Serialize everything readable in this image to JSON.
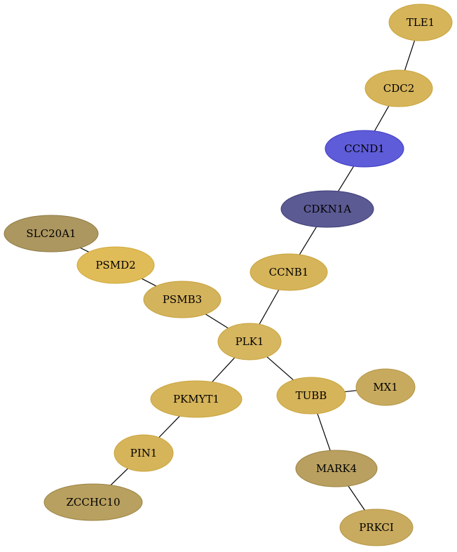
{
  "graph": {
    "nodes": [
      {
        "id": "TLE1",
        "label": "TLE1",
        "color": "#d6b45a",
        "stroke": "#c9a53b"
      },
      {
        "id": "CDC2",
        "label": "CDC2",
        "color": "#d6b45a",
        "stroke": "#c9a53b"
      },
      {
        "id": "CCND1",
        "label": "CCND1",
        "color": "#5f5cd9",
        "stroke": "#3e3bc4"
      },
      {
        "id": "CDKN1A",
        "label": "CDKN1A",
        "color": "#5b5a93",
        "stroke": "#3f3e7a"
      },
      {
        "id": "SLC20A1",
        "label": "SLC20A1",
        "color": "#ad9760",
        "stroke": "#8f7b45"
      },
      {
        "id": "PSMD2",
        "label": "PSMD2",
        "color": "#e0bc58",
        "stroke": "#d0a93c"
      },
      {
        "id": "CCNB1",
        "label": "CCNB1",
        "color": "#d6b45a",
        "stroke": "#c9a53b"
      },
      {
        "id": "PSMB3",
        "label": "PSMB3",
        "color": "#d4b35d",
        "stroke": "#c5a23f"
      },
      {
        "id": "PLK1",
        "label": "PLK1",
        "color": "#d6b65f",
        "stroke": "#c9a63f"
      },
      {
        "id": "MX1",
        "label": "MX1",
        "color": "#c8aa5e",
        "stroke": "#b39544"
      },
      {
        "id": "TUBB",
        "label": "TUBB",
        "color": "#d6b45a",
        "stroke": "#c9a53b"
      },
      {
        "id": "PKMYT1",
        "label": "PKMYT1",
        "color": "#d6b45a",
        "stroke": "#c9a53b"
      },
      {
        "id": "PIN1",
        "label": "PIN1",
        "color": "#d6b45a",
        "stroke": "#c9a53b"
      },
      {
        "id": "MARK4",
        "label": "MARK4",
        "color": "#b9a060",
        "stroke": "#9b8444"
      },
      {
        "id": "ZCCHC10",
        "label": "ZCCHC10",
        "color": "#b8a060",
        "stroke": "#9a8343"
      },
      {
        "id": "PRKCI",
        "label": "PRKCI",
        "color": "#c9ab5f",
        "stroke": "#b49544"
      }
    ],
    "edges": [
      [
        "TLE1",
        "CDC2"
      ],
      [
        "CDC2",
        "CCND1"
      ],
      [
        "CCND1",
        "CDKN1A"
      ],
      [
        "CDKN1A",
        "CCNB1"
      ],
      [
        "CCNB1",
        "PLK1"
      ],
      [
        "SLC20A1",
        "PSMD2"
      ],
      [
        "PSMD2",
        "PSMB3"
      ],
      [
        "PSMB3",
        "PLK1"
      ],
      [
        "PLK1",
        "PKMYT1"
      ],
      [
        "PLK1",
        "TUBB"
      ],
      [
        "TUBB",
        "MX1"
      ],
      [
        "TUBB",
        "MARK4"
      ],
      [
        "MARK4",
        "PRKCI"
      ],
      [
        "PKMYT1",
        "PIN1"
      ],
      [
        "PIN1",
        "ZCCHC10"
      ]
    ]
  }
}
